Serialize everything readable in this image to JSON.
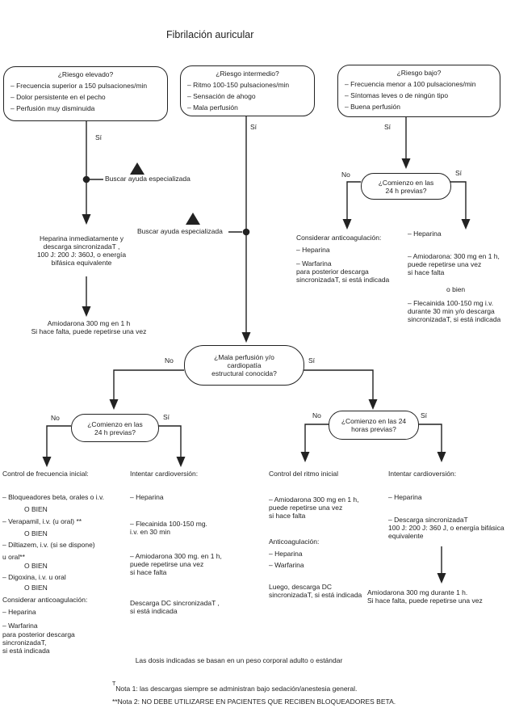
{
  "title": "Fibrilación auricular",
  "labels": {
    "yes": "Sí",
    "no": "No",
    "seek_help": "Buscar ayuda especializada",
    "or": "o bien"
  },
  "risk_boxes": {
    "high": {
      "title": "¿Riesgo elevado?",
      "items": [
        "– Frecuencia superior a 150 pulsaciones/min",
        "– Dolor persistente en el pecho",
        "– Perfusión muy disminuida"
      ]
    },
    "intermediate": {
      "title": "¿Riesgo intermedio?",
      "items": [
        "– Ritmo 100-150 pulsaciones/min",
        "– Sensación de ahogo",
        "– Mala perfusión"
      ]
    },
    "low": {
      "title": "¿Riesgo bajo?",
      "items": [
        "– Frecuencia menor a 100 pulsaciones/min",
        "– Síntomas leves o de ningún tipo",
        "– Buena perfusión"
      ]
    }
  },
  "decisions": {
    "onset_top_right": {
      "lines": [
        "¿Comienzo en las",
        "24 h previas?"
      ]
    },
    "perfusion": {
      "lines": [
        "¿Mala perfusión y/o",
        "cardiopatía",
        "estructural conocida?"
      ]
    },
    "onset_left": {
      "lines": [
        "¿Comienzo en las",
        "24 h previas?"
      ]
    },
    "onset_right": {
      "lines": [
        "¿Comienzo en las 24",
        "horas previas?"
      ]
    }
  },
  "high_risk_path": {
    "heparin_shock": [
      "Heparina inmediatamente y",
      "descarga sincronizadaT ,",
      "100 J: 200 J: 360J, o energía",
      "bifásica equivalente"
    ],
    "amiodarone": [
      "Amiodarona 300 mg en 1 h",
      "Si hace falta, puede repetirse una vez"
    ]
  },
  "low_risk_path": {
    "no_branch": [
      "Considerar anticoagulación:",
      "– Heparina",
      "– Warfarina",
      "para posterior descarga",
      "sincronizadaT, si está indicada"
    ],
    "yes_branch": {
      "heparin": "– Heparina",
      "amiodarone": [
        "– Amiodarona: 300 mg en 1 h,",
        "puede repetirse una vez",
        "si hace falta"
      ],
      "flecainide": [
        "– Flecainida 100-150 mg i.v.",
        "durante 30 min y/o descarga",
        "sincronizadaT, si está indicada"
      ]
    }
  },
  "col_rate": {
    "heading": "Control de frecuencia inicial:",
    "lines": [
      "– Bloqueadores beta, orales o i.v.",
      "O BIEN",
      "– Verapamil, i.v. (u oral) **",
      "O BIEN",
      "– Diltiazem, i.v. (si se dispone)",
      "u oral**",
      "O BIEN",
      "– Digoxina, i.v. u oral",
      "O BIEN",
      "Considerar anticoagulación:",
      "– Heparina",
      "– Warfarina",
      "para posterior descarga",
      "sincronizadaT,",
      "si está indicada"
    ]
  },
  "col_cardio_left": {
    "heading": "Intentar cardioversión:",
    "lines": [
      "– Heparina",
      "– Flecainida 100-150 mg.",
      "i.v. en 30 min",
      "– Amiodarona 300 mg. en 1 h,",
      "puede repetirse una vez",
      "si hace falta",
      "Descarga DC sincronizadaT ,",
      "si está indicada"
    ]
  },
  "col_rhythm": {
    "heading": "Control del ritmo inicial",
    "lines": [
      "– Amiodarona 300 mg en 1 h,",
      "puede repetirse una vez",
      "si hace falta",
      "Anticoagulación:",
      "– Heparina",
      "– Warfarina",
      "Luego, descarga DC",
      "sincronizadaT, si está indicada"
    ]
  },
  "col_cardio_right": {
    "heading": "Intentar cardioversión:",
    "lines": [
      "– Heparina",
      "– Descarga sincronizadaT",
      "100 J: 200 J: 360 J, o energía bifásica",
      "equivalente"
    ],
    "amiodarone": [
      "Amiodarona 300 mg durante 1 h.",
      "Si hace falta, puede repetirse una vez"
    ]
  },
  "footer": {
    "dose_note": "Las dosis indicadas se basan en un peso corporal adulto o estándar",
    "note1_marker": "T",
    "note1": "Nota 1: las descargas siempre se administran bajo sedación/anestesia general.",
    "note2": "**Nota 2: NO DEBE UTILIZARSE EN PACIENTES QUE RECIBEN BLOQUEADORES BETA."
  }
}
